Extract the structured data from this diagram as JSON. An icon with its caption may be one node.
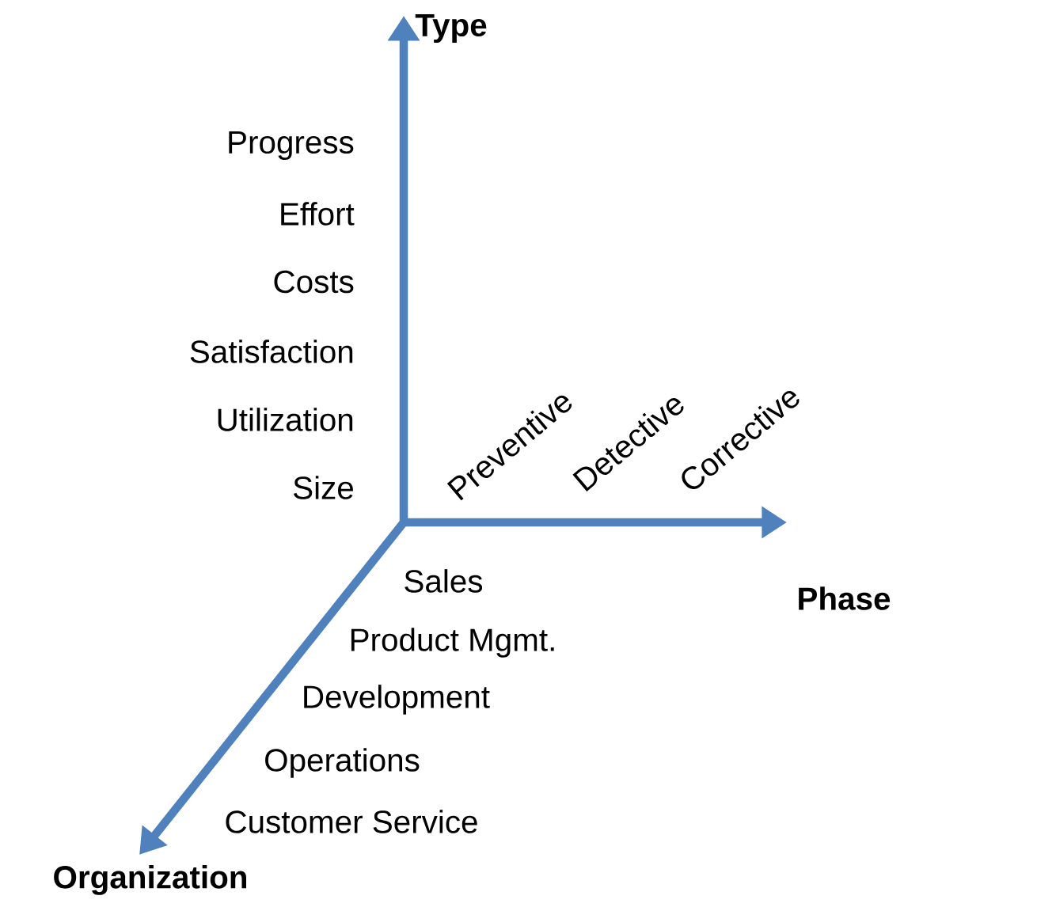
{
  "diagram": {
    "labels": [
      "Type",
      "Progress",
      "Effort",
      "Costs",
      "Satisfaction",
      "Utilization",
      "Size",
      "Preventive",
      "Detective",
      "Corrective",
      "Sales",
      "Phase",
      "Product Mgmt.",
      "Development",
      "Operations",
      "Customer Service",
      "Organization"
    ]
  }
}
